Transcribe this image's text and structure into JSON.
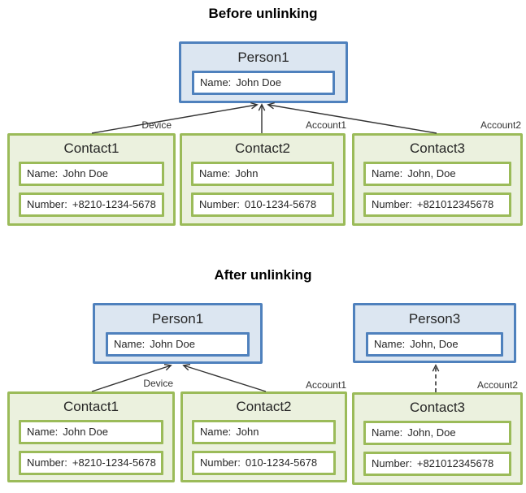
{
  "colors": {
    "person_border": "#4f81bd",
    "person_fill": "#dce6f1",
    "contact_border": "#9bbb59",
    "contact_fill": "#ebf1de",
    "field_fill": "#ffffff",
    "arrow": "#333333",
    "text": "#262626"
  },
  "diagram": {
    "before": {
      "title": "Before unlinking",
      "person1": {
        "title": "Person1",
        "fields": [
          {
            "label": "Name:",
            "value": "John Doe"
          }
        ]
      },
      "contacts": [
        {
          "title": "Contact1",
          "link_label": "Device",
          "fields": [
            {
              "label": "Name:",
              "value": "John Doe"
            },
            {
              "label": "Number:",
              "value": "+8210-1234-5678"
            }
          ]
        },
        {
          "title": "Contact2",
          "link_label": "Account1",
          "fields": [
            {
              "label": "Name:",
              "value": "John"
            },
            {
              "label": "Number:",
              "value": "010-1234-5678"
            }
          ]
        },
        {
          "title": "Contact3",
          "link_label": "Account2",
          "fields": [
            {
              "label": "Name:",
              "value": "John, Doe"
            },
            {
              "label": "Number:",
              "value": "+821012345678"
            }
          ]
        }
      ]
    },
    "after": {
      "title": "After unlinking",
      "person1": {
        "title": "Person1",
        "fields": [
          {
            "label": "Name:",
            "value": "John Doe"
          }
        ]
      },
      "person3": {
        "title": "Person3",
        "fields": [
          {
            "label": "Name:",
            "value": "John, Doe"
          }
        ]
      },
      "contacts": [
        {
          "title": "Contact1",
          "link_label": "Device",
          "fields": [
            {
              "label": "Name:",
              "value": "John Doe"
            },
            {
              "label": "Number:",
              "value": "+8210-1234-5678"
            }
          ]
        },
        {
          "title": "Contact2",
          "link_label": "Account1",
          "fields": [
            {
              "label": "Name:",
              "value": "John"
            },
            {
              "label": "Number:",
              "value": "010-1234-5678"
            }
          ]
        },
        {
          "title": "Contact3",
          "link_label": "Account2",
          "fields": [
            {
              "label": "Name:",
              "value": "John, Doe"
            },
            {
              "label": "Number:",
              "value": "+821012345678"
            }
          ]
        }
      ]
    }
  }
}
